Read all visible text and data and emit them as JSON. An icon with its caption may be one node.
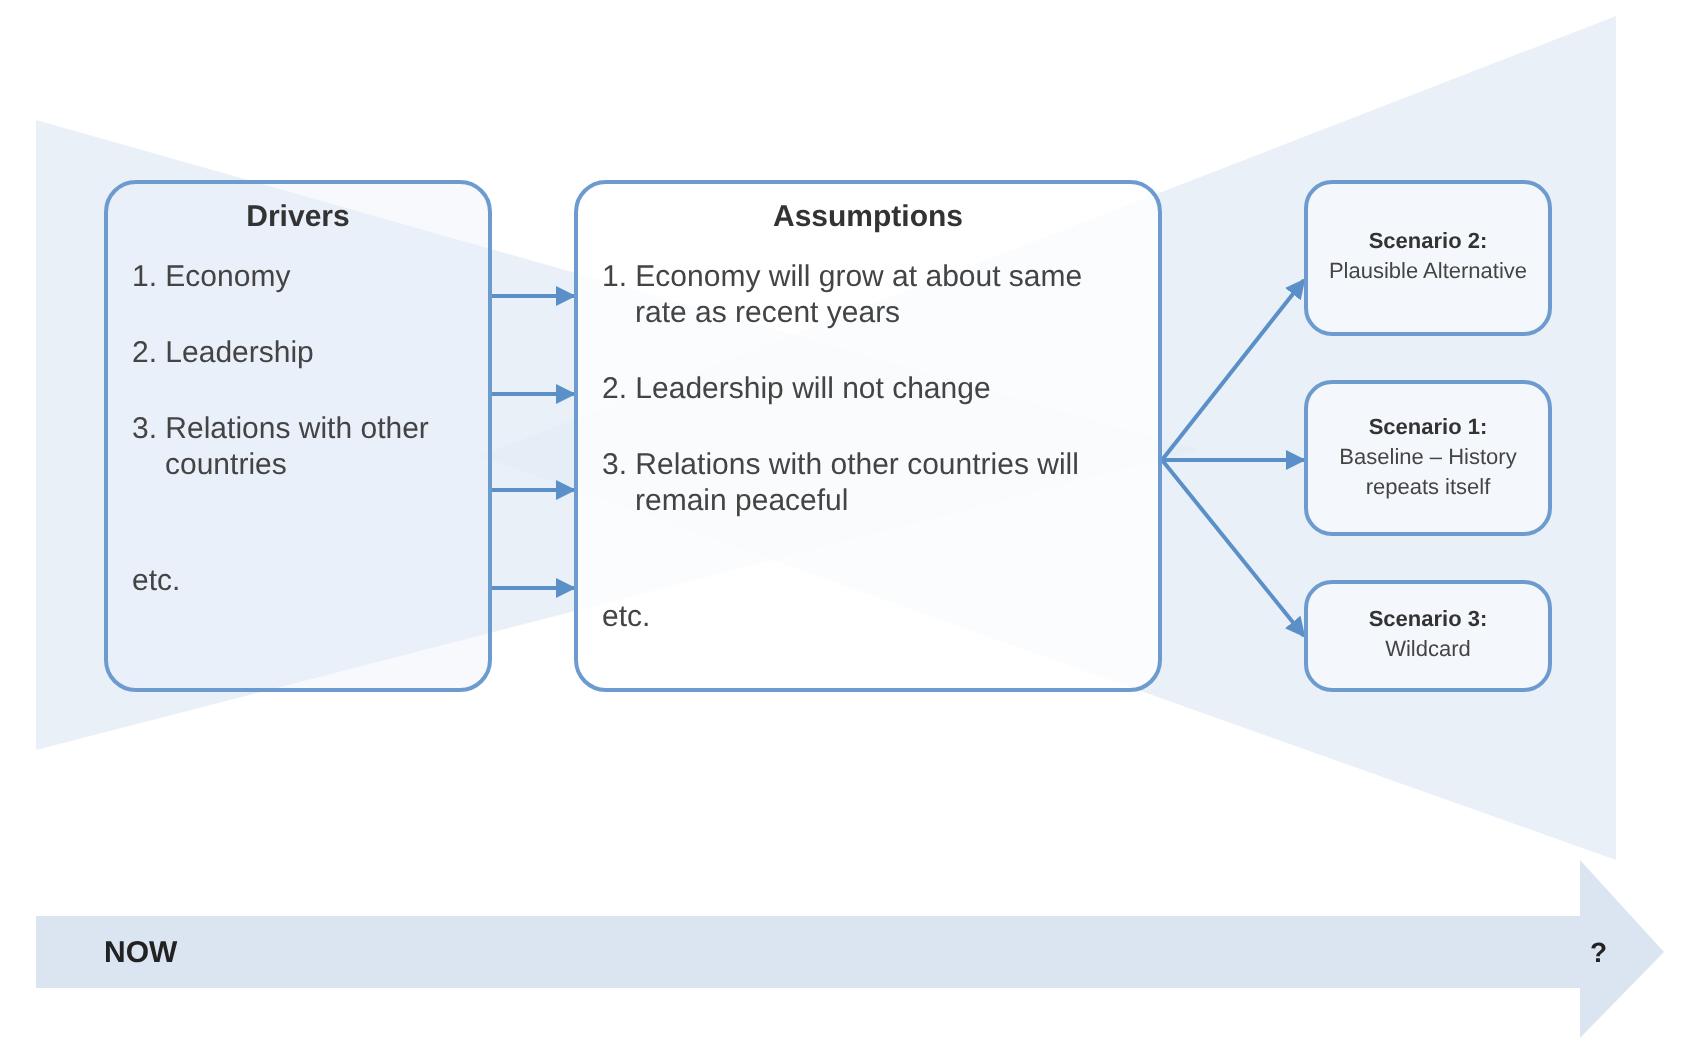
{
  "diagram": {
    "nodes": [
      {
        "text": [
          "Drivers",
          "1. Economy",
          "2. Leadership",
          "3. Relations with other countries",
          "etc."
        ]
      },
      {
        "text": [
          "Assumptions",
          "1. Economy will grow at about same rate as recent years",
          "2. Leadership will not change",
          "3. Relations with other countries will remain peaceful",
          "etc."
        ]
      },
      {
        "text": [
          "Scenario 2:",
          "Plausible Alternative"
        ]
      },
      {
        "text": [
          "Scenario 1:",
          "Baseline – History repeats itself"
        ]
      },
      {
        "text": [
          "Scenario 3:",
          "Wildcard"
        ]
      }
    ],
    "edges": [
      {
        "from": 0,
        "to": 1,
        "arrow": "to"
      },
      {
        "from": 0,
        "to": 1,
        "arrow": "to"
      },
      {
        "from": 0,
        "to": 1,
        "arrow": "to"
      },
      {
        "from": 0,
        "to": 1,
        "arrow": "to"
      },
      {
        "from": 1,
        "to": 2,
        "arrow": "to"
      },
      {
        "from": 1,
        "to": 3,
        "arrow": "to"
      },
      {
        "from": 1,
        "to": 4,
        "arrow": "to"
      }
    ],
    "labels": [
      "NOW",
      "?"
    ]
  }
}
